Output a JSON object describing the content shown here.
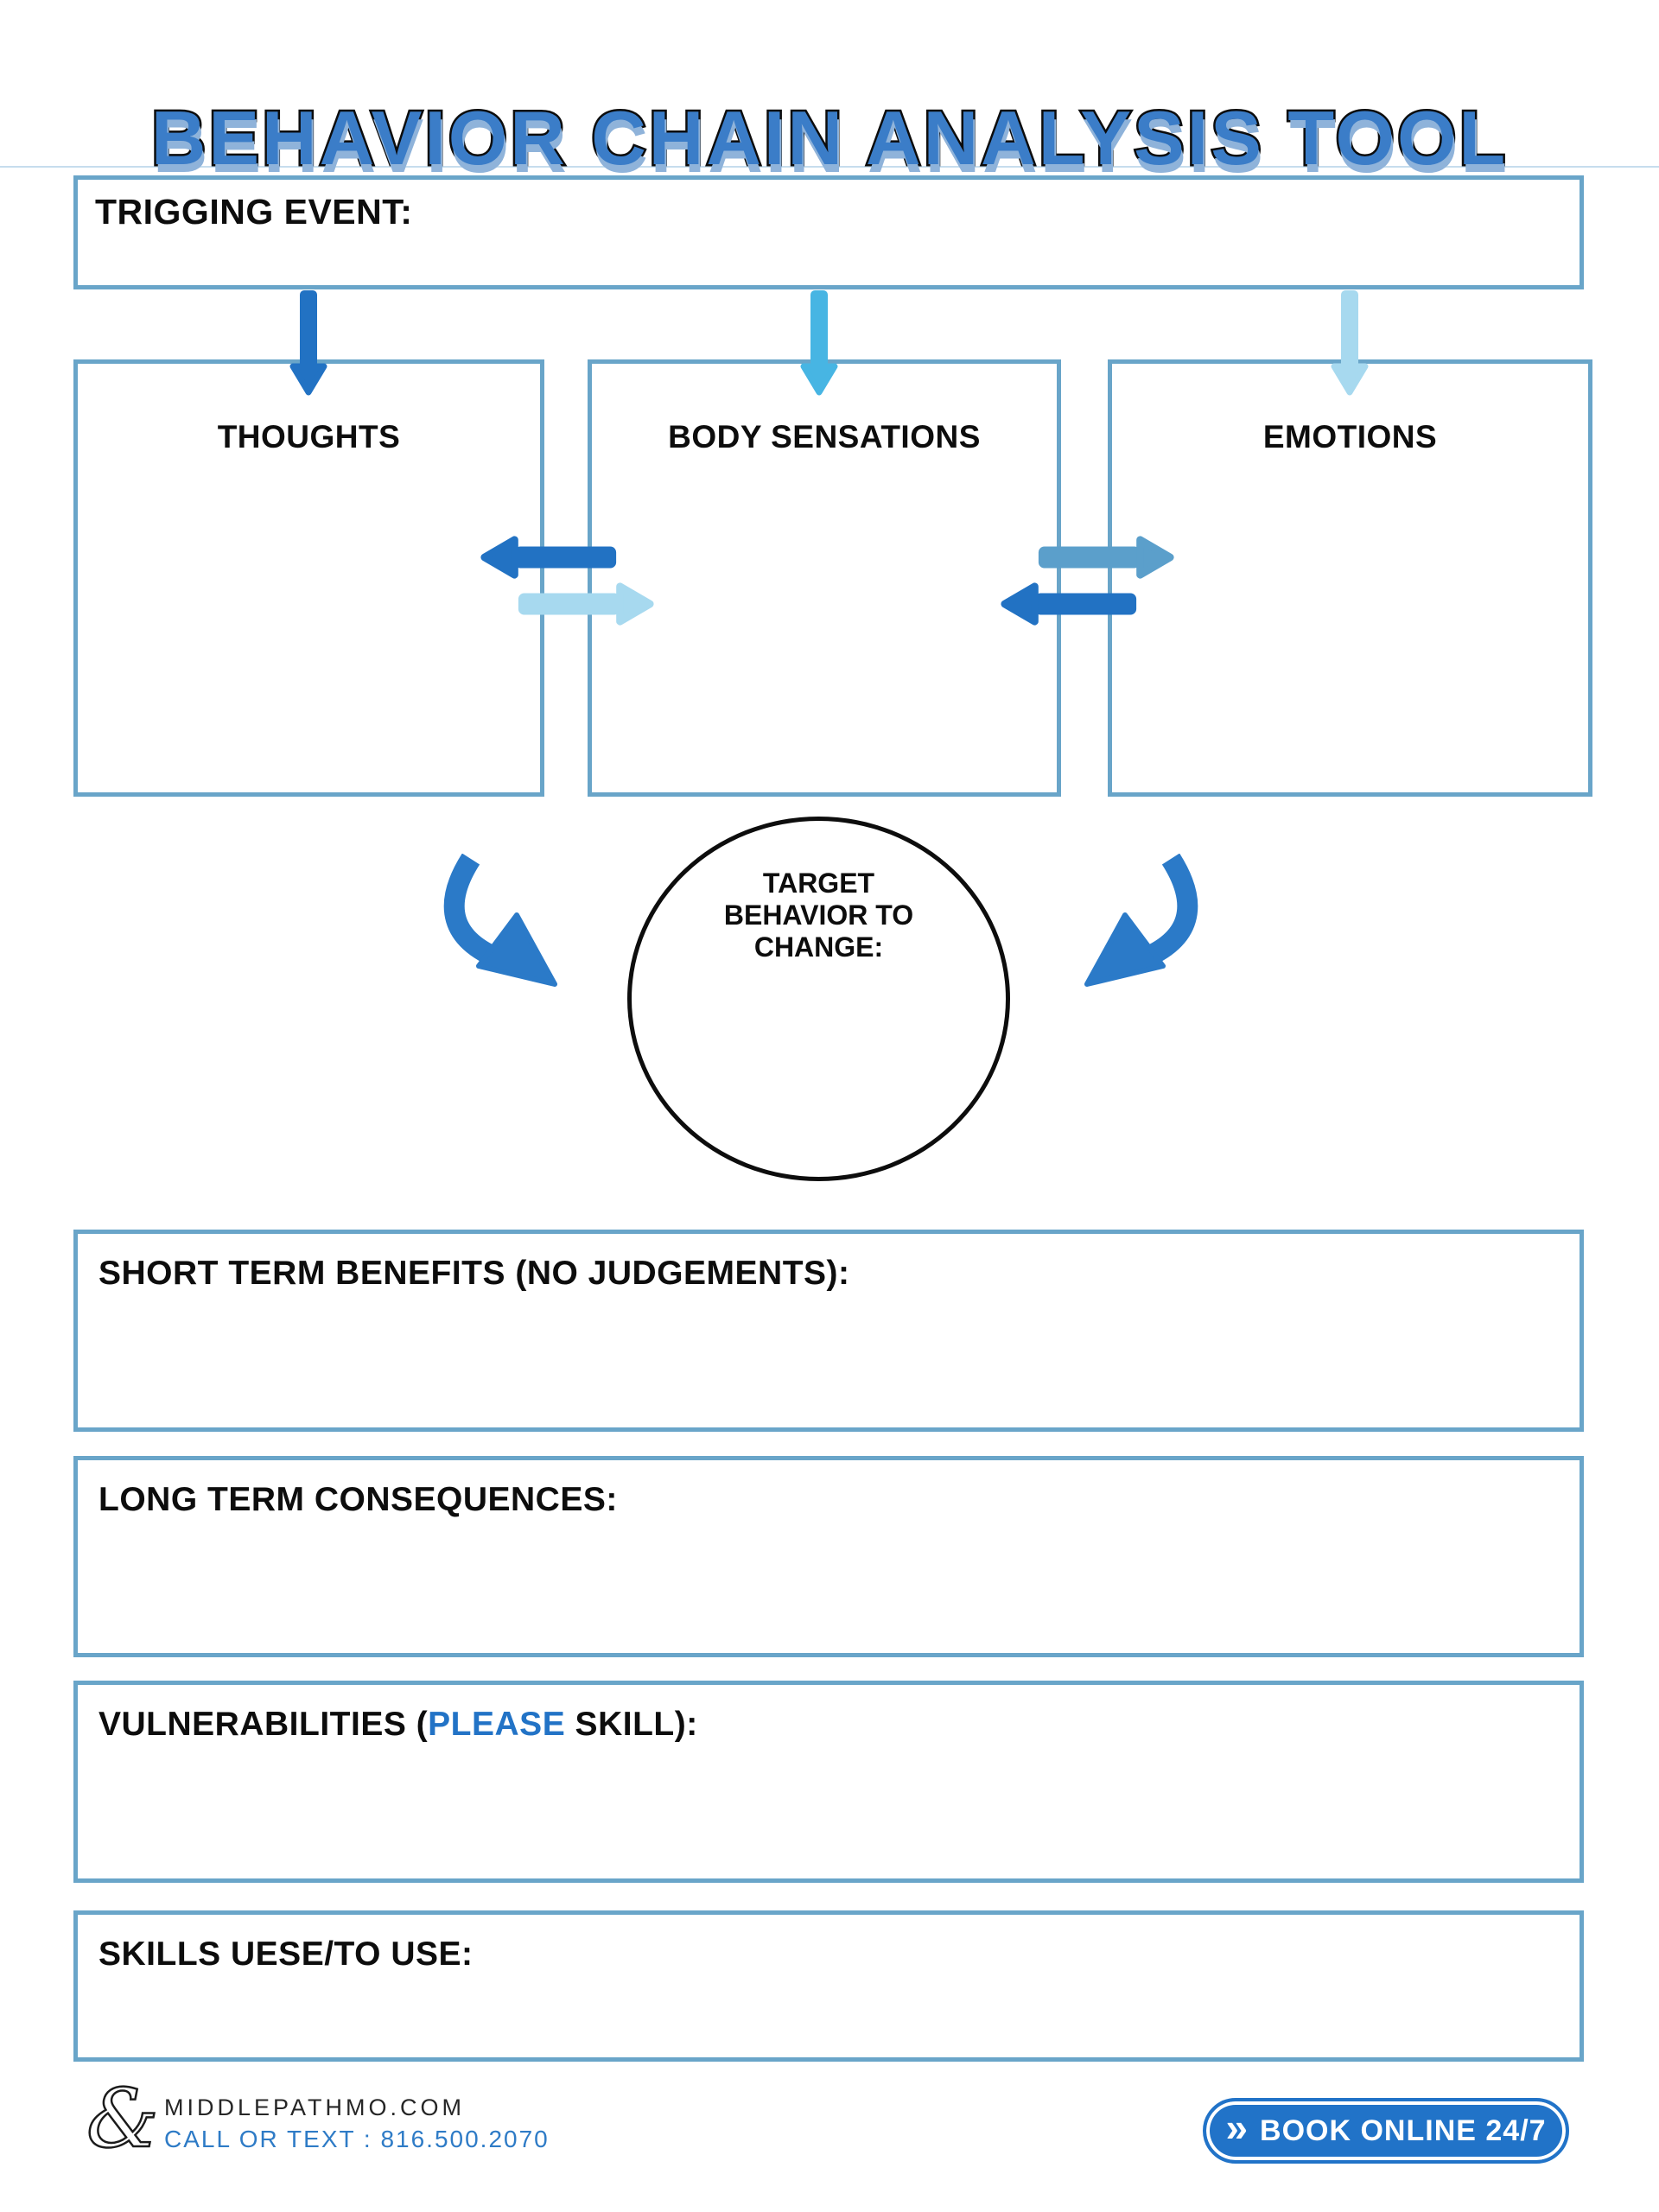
{
  "title": "BEHAVIOR CHAIN ANALYSIS TOOL",
  "colors": {
    "title_blue": "#3b7dc8",
    "box_border": "#69a5c9",
    "arrow_dark": "#2272c3",
    "arrow_sky": "#47b5e3",
    "arrow_pale": "#a7d9ef",
    "arrow_steel": "#5b9fcb",
    "curve_blue": "#2b7ac8",
    "highlight_blue": "#2273c6",
    "phone_blue": "#2e7bc6",
    "button_blue": "#2173c8",
    "footer_ink": "#262626"
  },
  "trigger_box": {
    "label": "TRIGGING EVENT:"
  },
  "factor_boxes": [
    {
      "label": "THOUGHTS"
    },
    {
      "label": "BODY SENSATIONS"
    },
    {
      "label": "EMOTIONS"
    }
  ],
  "target_circle": {
    "label": "TARGET BEHAVIOR TO CHANGE:"
  },
  "sections": {
    "short_term": {
      "label": "SHORT TERM BENEFITS (NO JUDGEMENTS):"
    },
    "long_term": {
      "label": "LONG TERM CONSEQUENCES:"
    },
    "vulnerabilities": {
      "prefix": "VULNERABILITIES (",
      "highlight": "PLEASE",
      "suffix": " SKILL):"
    },
    "skills": {
      "label": "SKILLS UESE/TO USE:"
    }
  },
  "footer": {
    "logo_ampersand": "&",
    "website": "MIDDLEPATHMO.COM",
    "contact": "CALL OR TEXT : 816.500.2070",
    "book_button": {
      "icon": "»",
      "label": "BOOK ONLINE 24/7"
    }
  }
}
